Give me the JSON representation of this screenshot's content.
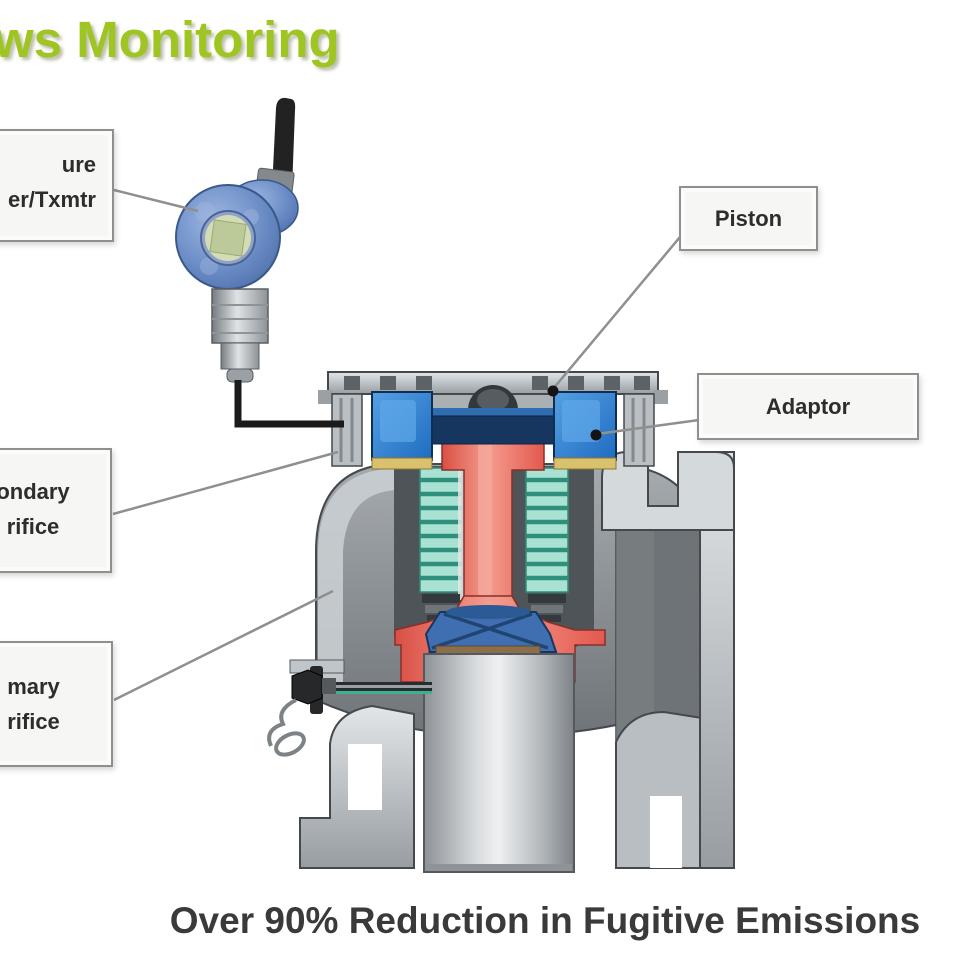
{
  "title": {
    "text": "ws Monitoring"
  },
  "caption": {
    "text": "Over 90% Reduction in Fugitive Emissions"
  },
  "callouts": {
    "transmitter": {
      "line1": "ure",
      "line2": "er/Txmtr"
    },
    "piston": {
      "label": "Piston"
    },
    "adaptor": {
      "label": "Adaptor"
    },
    "secondary_orifice": {
      "line1": "ondary",
      "line2": "rifice"
    },
    "primary_orifice": {
      "line1": "mary",
      "line2": "rifice"
    }
  },
  "colors": {
    "title_green": "#9fc522",
    "caption_text": "#3a3a3a",
    "label_text": "#2d2d2d",
    "label_box_fill": "#f6f6f4",
    "label_box_border": "#8f8f8f",
    "leader_line": "#8f8f8f",
    "cable_black": "#1b1b1b",
    "transmitter_blue": "#5f84c0",
    "display_green": "#d3dcb2",
    "adaptor_blue": "#2e86d4",
    "navy_band": "#16365f",
    "bellows_teal": "#a9e2d2",
    "bellows_stripe": "#2e8f7c",
    "stem_red": "#e05548",
    "gasket_tan": "#d9c16e",
    "body_gray": "#8d9296"
  }
}
